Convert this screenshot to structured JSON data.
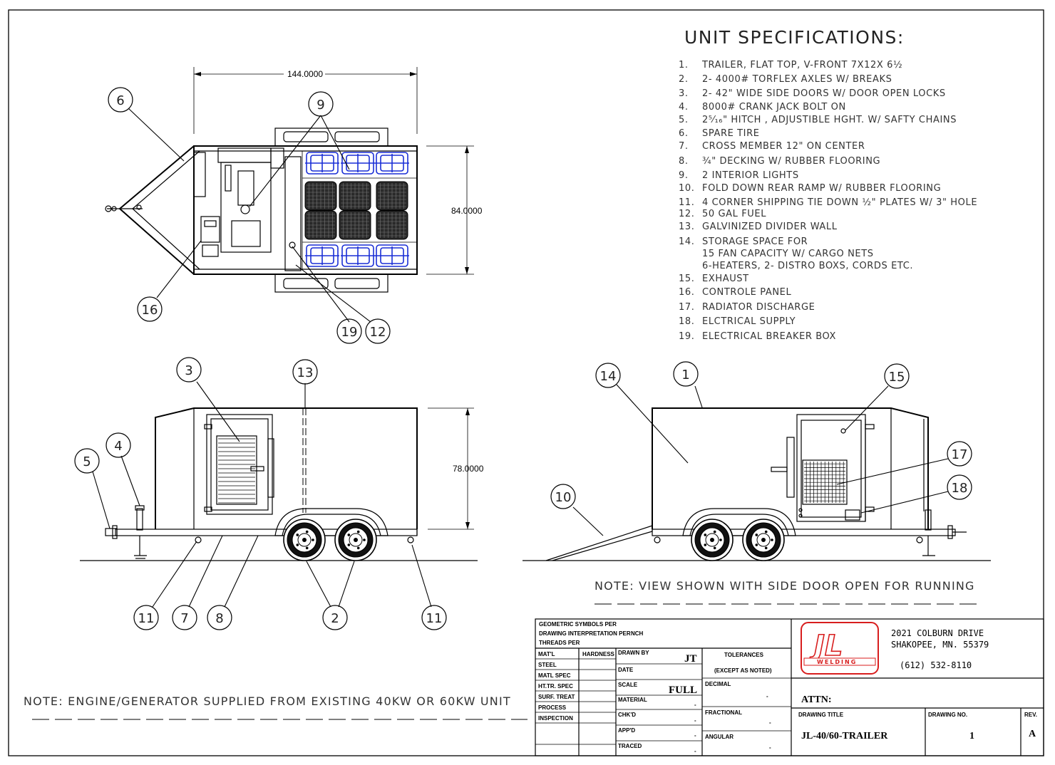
{
  "specs": {
    "title": "UNIT SPECIFICATIONS:",
    "items": [
      {
        "num": "1.",
        "text": "TRAILER, FLAT TOP, V-FRONT   7X12X 6½"
      },
      {
        "num": "2.",
        "text": "2- 4000# TORFLEX AXLES W/ BREAKS"
      },
      {
        "num": "3.",
        "text": "2- 42\" WIDE SIDE DOORS W/ DOOR OPEN LOCKS"
      },
      {
        "num": "4.",
        "text": "8000# CRANK JACK  BOLT ON"
      },
      {
        "num": "5.",
        "text": "2⁵⁄₁₆\" HITCH , ADJUSTIBLE HGHT. W/ SAFTY CHAINS"
      },
      {
        "num": "6.",
        "text": "SPARE TIRE"
      },
      {
        "num": "7.",
        "text": "CROSS MEMBER 12\" ON CENTER"
      },
      {
        "num": "8.",
        "text": "¾\" DECKING W/ RUBBER FLOORING"
      },
      {
        "num": "9.",
        "text": " 2 INTERIOR LIGHTS"
      },
      {
        "num": "10.",
        "text": "FOLD DOWN REAR RAMP W/ RUBBER FLOORING"
      },
      {
        "num": "11.",
        "text": "4 CORNER SHIPPING TIE DOWN ½\" PLATES W/ 3\" HOLE"
      },
      {
        "num": "12.",
        "text": "50 GAL FUEL"
      },
      {
        "num": "13.",
        "text": "GALVINIZED DIVIDER WALL"
      },
      {
        "num": "14.",
        "text": "STORAGE SPACE FOR"
      },
      {
        "num": "",
        "text": " 15 FAN CAPACITY W/ CARGO NETS"
      },
      {
        "num": "",
        "text": "  6-HEATERS, 2- DISTRO BOXS, CORDS ETC."
      },
      {
        "num": "15.",
        "text": "EXHAUST"
      },
      {
        "num": "16.",
        "text": "CONTROLE PANEL"
      },
      {
        "num": "17.",
        "text": "RADIATOR DISCHARGE"
      },
      {
        "num": "18.",
        "text": "ELCTRICAL SUPPLY"
      },
      {
        "num": "19.",
        "text": " ELECTRICAL BREAKER BOX"
      }
    ]
  },
  "dimensions": {
    "length": "144.0000",
    "width": "84.0000",
    "height": "78.0000"
  },
  "balloons": {
    "top": [
      "6",
      "9",
      "16",
      "19",
      "12"
    ],
    "side_left": [
      "3",
      "13",
      "4",
      "5",
      "11",
      "7",
      "8",
      "2",
      "11"
    ],
    "side_right": [
      "14",
      "1",
      "15",
      "17",
      "18",
      "10"
    ]
  },
  "notes": {
    "door": "NOTE:   VIEW SHOWN WITH SIDE DOOR OPEN FOR RUNNING",
    "engine": "NOTE:   ENGINE/GENERATOR SUPPLIED FROM EXISTING 40KW OR 60KW  UNIT"
  },
  "title_block": {
    "geo": [
      "GEOMETRIC SYMBOLS PER",
      "DRAWING INTERPRETATION PER",
      "THREADS PER"
    ],
    "geo_suffix": "NCH",
    "left_labels": [
      "MAT'L",
      "STEEL",
      "MATL SPEC",
      "HT.TR. SPEC",
      "SURF. TREAT",
      "PROCESS",
      "INSPECTION"
    ],
    "hardness": "HARDNESS",
    "drawn_by_label": "DRAWN BY",
    "drawn_by": "JT",
    "date_label": "DATE",
    "scale_label": "SCALE",
    "scale": "FULL",
    "material_label": "MATERIAL",
    "chkd_label": "CHK'D",
    "appd_label": "APP'D",
    "traced_label": "TRACED",
    "tolerances": "TOLERANCES",
    "except": "(EXCEPT AS NOTED)",
    "decimal_label": "DECIMAL",
    "fractional_label": "FRACTIONAL",
    "angular_label": "ANGULAR",
    "dash": "-",
    "address_line1": "2021 COLBURN DRIVE",
    "address_line2": "SHAKOPEE, MN. 55379",
    "phone": "(612) 532-8110",
    "attn": "ATTN:",
    "drawing_title_label": "DRAWING TITLE",
    "drawing_title": "JL-40/60-TRAILER",
    "drawing_no_label": "DRAWING NO.",
    "drawing_no": "1",
    "rev_label": "REV.",
    "rev": "A",
    "logo_text": "JL",
    "logo_sub": "WELDING"
  }
}
